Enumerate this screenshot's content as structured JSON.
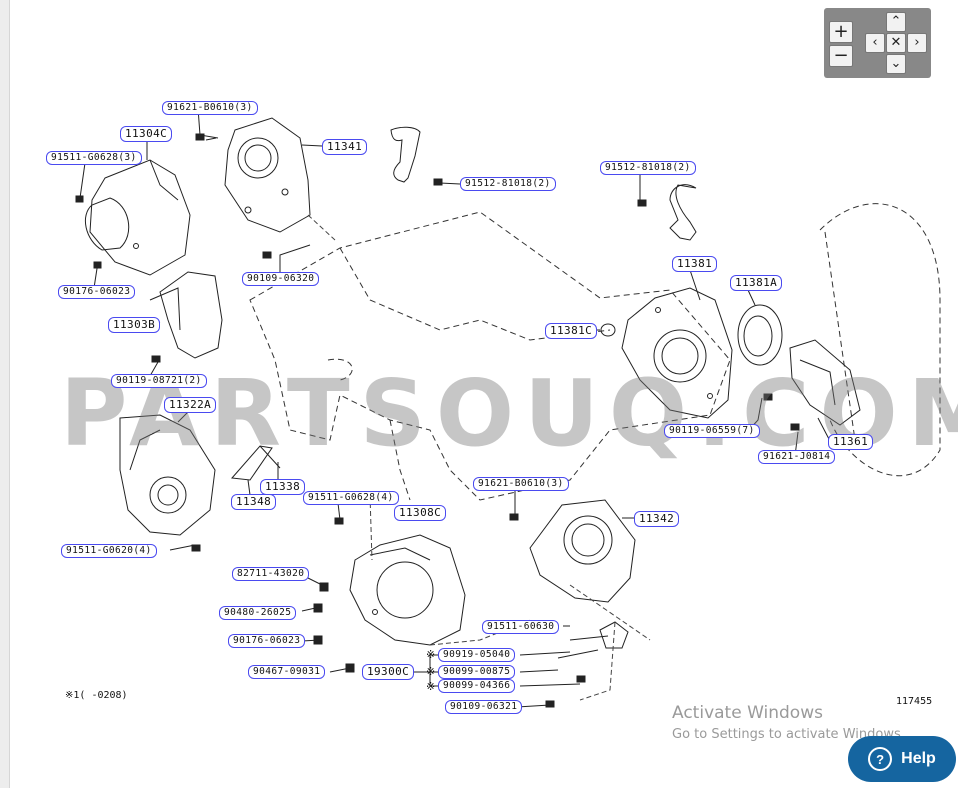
{
  "watermark": "PARTSOUQ.COM",
  "diagram_code": "117455",
  "footnote": {
    "mark": "※1",
    "text": "(      -0208)"
  },
  "note_marks": [
    "※",
    "※",
    "※"
  ],
  "parts": {
    "p91621_b0610_3_top": "91621-B0610(3)",
    "p11304c": "11304C",
    "p91511_g0628_3": "91511-G0628(3)",
    "p11341": "11341",
    "p91512_81018_2_a": "91512-81018(2)",
    "p91512_81018_2_b": "91512-81018(2)",
    "p90176_06023_a": "90176-06023",
    "p90109_06320": "90109-06320",
    "p11381": "11381",
    "p11381a": "11381A",
    "p11303b": "11303B",
    "p11381c": "11381C",
    "p90119_08721_2": "90119-08721(2)",
    "p11322a": "11322A",
    "p90119_06559_7": "90119-06559(7)",
    "p11361": "11361",
    "p91621_j0814": "91621-J0814",
    "p11338": "11338",
    "p11348": "11348",
    "p91621_b0610_3_mid": "91621-B0610(3)",
    "p91511_g0628_4": "91511-G0628(4)",
    "p11308c": "11308C",
    "p11342": "11342",
    "p91511_g0620_4": "91511-G0620(4)",
    "p82711_43020": "82711-43020",
    "p90480_26025": "90480-26025",
    "p91511_60630": "91511-60630",
    "p90176_06023_b": "90176-06023",
    "p90919_05040": "90919-05040",
    "p90467_09031": "90467-09031",
    "p19300c": "19300C",
    "p90099_00875": "90099-00875",
    "p90099_04366": "90099-04366",
    "p90109_06321": "90109-06321"
  },
  "zoom": {
    "plus": "+",
    "minus": "−",
    "up": "⌃",
    "down": "⌄",
    "left": "‹",
    "right": "›",
    "reset": "✕"
  },
  "activation": {
    "title": "Activate Windows",
    "subtitle": "Go to Settings to activate Windows."
  },
  "help": {
    "icon": "?",
    "label": "Help"
  }
}
